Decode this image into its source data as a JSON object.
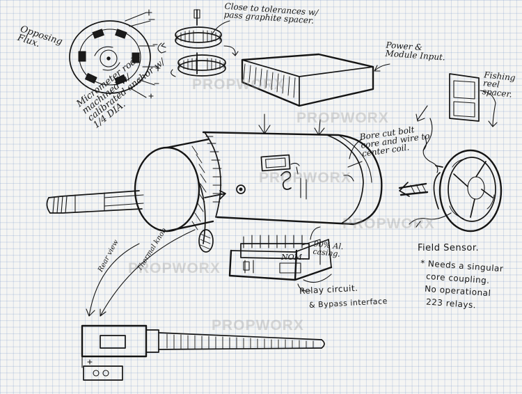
{
  "labels": {
    "opposing_flux": "Opposing Flux.",
    "close_tolerances": "Close to tolerances w/ pass graphite spacer.",
    "power_module": "Power & Module Input.",
    "fishing_reel": "Fishing reel spacer.",
    "micrometer": "Micrometer rod - machined w/ calibrated anchor w/ 1/4 DIA.",
    "bore_cut": "Bore cut bolt core and wire to center coil.",
    "field_sensor_title": "Field Sensor.",
    "field_sensor_note_1": "* Needs a singular",
    "field_sensor_note_2": "core coupling.",
    "field_sensor_note_3": "No operational",
    "field_sensor_note_4": "223 relays.",
    "casing": "90% Al. casing.",
    "relay_circuit": "Relay circuit.",
    "bypass_interface": "& Bypass interface",
    "rear_view": "Rear view",
    "thermal_knob": "Thermal knob",
    "nom": "NOM."
  },
  "watermark": "PROPWORX",
  "ink_color": "#141414",
  "grid_color": "#7896c8"
}
